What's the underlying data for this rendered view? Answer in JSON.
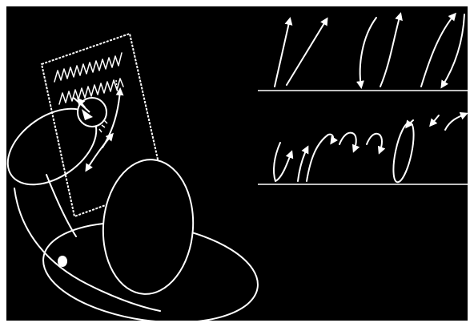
{
  "colors": {
    "background": "#000000",
    "stroke": "#ffffff",
    "border": "#ffffff"
  },
  "figure": {
    "left_panel": {
      "parts": [
        "paper-sheet",
        "zigzag-writing",
        "pen-tip-circle",
        "motion-arrows",
        "forearm",
        "wrist",
        "palm",
        "hand-oval",
        "knuckle-dot"
      ]
    },
    "right_panel": {
      "parts": [
        "upper-stroke-row",
        "baseline-upper",
        "lower-stroke-row",
        "baseline-lower"
      ]
    }
  }
}
